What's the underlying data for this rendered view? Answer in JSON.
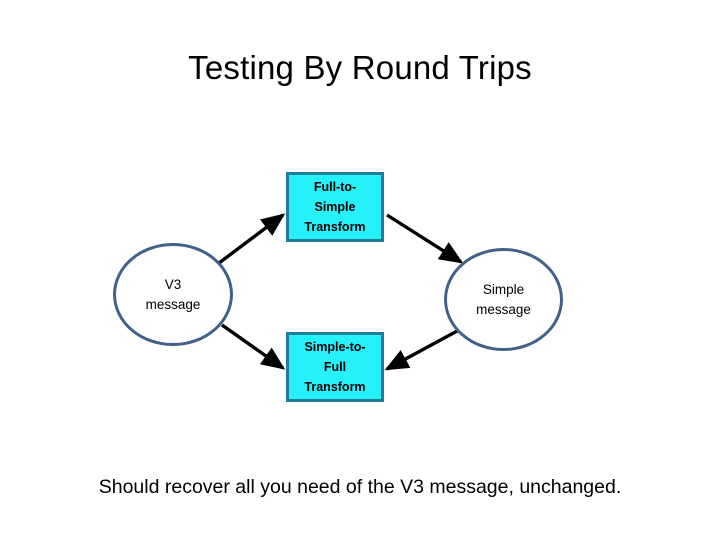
{
  "slide": {
    "title": "Testing By Round Trips",
    "caption": "Should recover all you need of the V3 message, unchanged."
  },
  "colors": {
    "box_fill": "#26F1F9",
    "box_border": "#1F7F99",
    "circle_border": "#41618A",
    "circle_fill": "#FFFFFF",
    "connector": "#000000",
    "text": "#000000",
    "background": "#FFFFFF"
  },
  "diagram": {
    "type": "round-trip-flow",
    "nodes": [
      {
        "id": "v3-message",
        "shape": "circle",
        "lines": [
          "V3",
          "message"
        ]
      },
      {
        "id": "full-to-simple-transform",
        "shape": "rectangle",
        "lines": [
          "Full-to-",
          "Simple",
          "Transform"
        ]
      },
      {
        "id": "simple-message",
        "shape": "circle",
        "lines": [
          "Simple",
          "message"
        ]
      },
      {
        "id": "simple-to-full-transform",
        "shape": "rectangle",
        "lines": [
          "Simple-to-",
          "Full",
          "Transform"
        ]
      }
    ],
    "connectors": [
      {
        "id": "v3-to-full-to-simple",
        "from": "v3-message",
        "to": "full-to-simple-transform",
        "arrowhead": "at-target"
      },
      {
        "id": "full-to-simple-to-simple",
        "from": "full-to-simple-transform",
        "to": "simple-message",
        "arrowhead": "at-target"
      },
      {
        "id": "simple-to-simple-to-full",
        "from": "simple-message",
        "to": "simple-to-full-transform",
        "arrowhead": "at-target"
      },
      {
        "id": "simple-to-full-to-v3",
        "from": "simple-to-full-transform",
        "to": "v3-message",
        "arrowhead": "at-target"
      }
    ]
  }
}
